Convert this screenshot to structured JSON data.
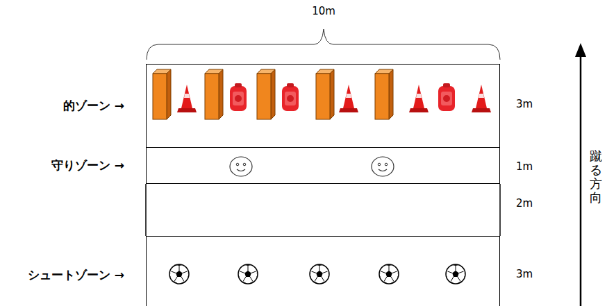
{
  "diagram": {
    "nodes": [
      {
        "text": [
          "的ゾーン →"
        ]
      },
      {
        "text": [
          "守りゾーン →"
        ]
      },
      {
        "text": [
          "シュートゾーン →"
        ]
      }
    ],
    "labels": [
      "10m",
      "3m",
      "1m",
      "2m",
      "3m",
      "蹴る方向"
    ]
  }
}
